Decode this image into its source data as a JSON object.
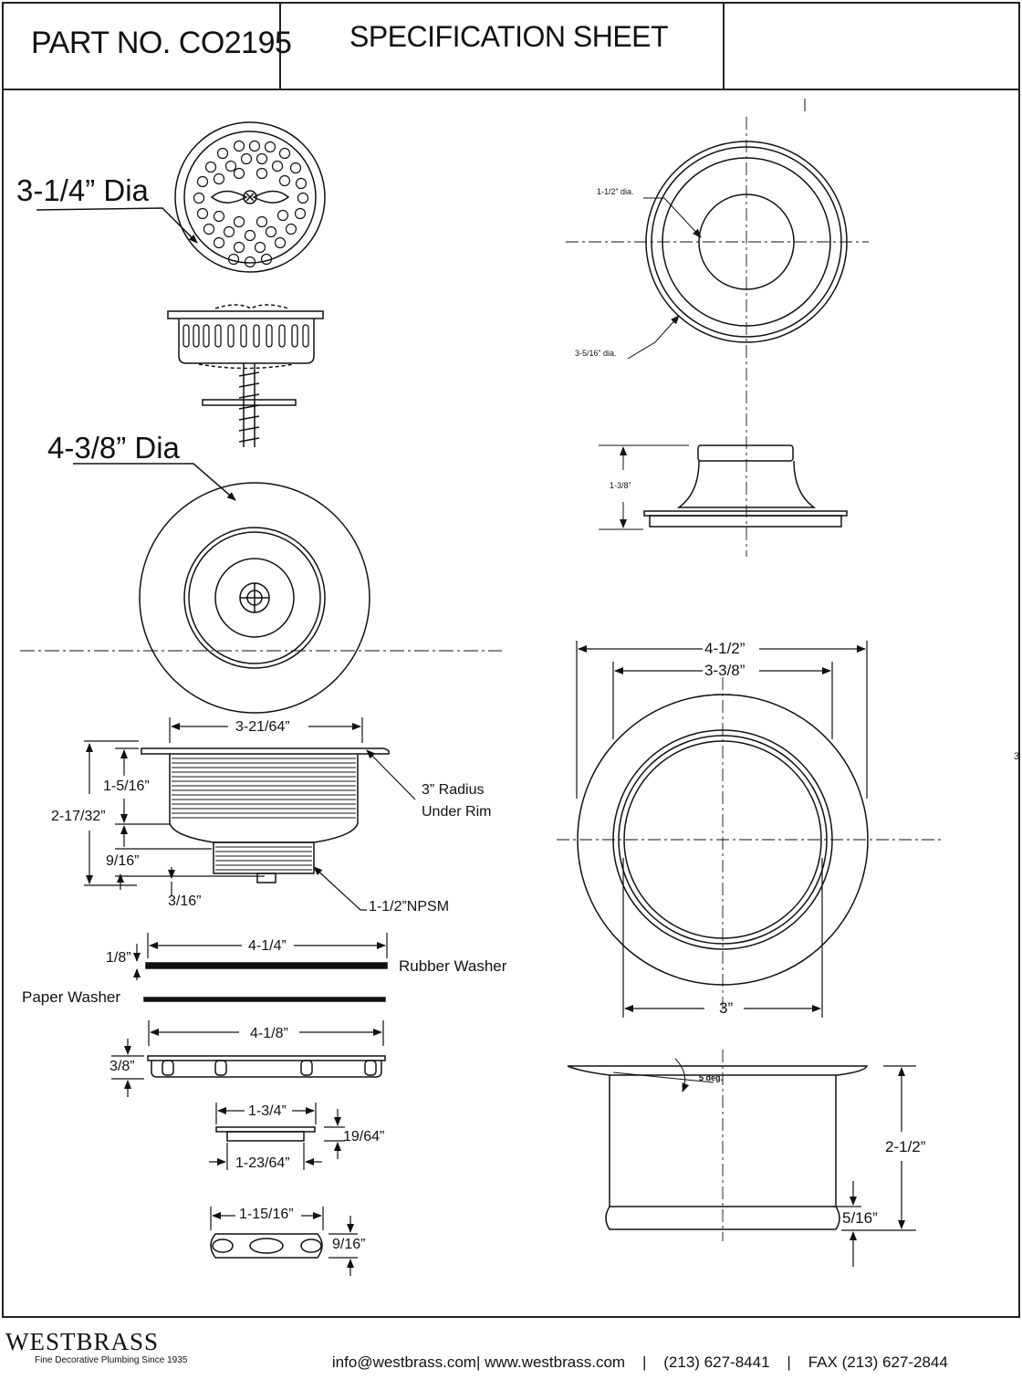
{
  "header": {
    "part_number": "PART NO. CO2195",
    "sheet_title": "SPECIFICATION SHEET",
    "right_cell": ""
  },
  "dimensions": {
    "strainer_dia": "3-1/4” Dia",
    "flange_dia": "4-3/8” Dia",
    "body_width": "3-21/64”",
    "upper_height": "1-5/16”",
    "total_height": "2-17/32”",
    "neck_height": "9/16”",
    "tail_height": "3/16”",
    "radius_note_1": "3” Radius",
    "radius_note_2": "Under Rim",
    "thread_note": "1-1/2”NPSM",
    "rubber_washer_dia": "4-1/4”",
    "rubber_washer_thk": "1/8”",
    "rubber_washer_label": "Rubber Washer",
    "paper_washer_label": "Paper Washer",
    "mount_ring_dia": "4-1/8”",
    "mount_ring_height": "3/8”",
    "locknut_outer": "1-3/4”",
    "locknut_inner": "1-23/64”",
    "locknut_height": "19/64”",
    "nut_width": "1-15/16”",
    "nut_height": "9/16”",
    "stopper_inner_dia": "1-1/2” dia.",
    "stopper_outer_dia": "3-5/16” dia.",
    "stopper_height": "1-3/8”",
    "flange_outer": "4-1/2”",
    "flange_inner": "3-3/8”",
    "sleeve_dia": "3”",
    "angle": "5 deg.",
    "sleeve_height": "2-1/2”",
    "bead_height": "5/16”",
    "edge_mark": "3"
  },
  "footer": {
    "brand": "WESTBRASS",
    "tagline": "Fine Decorative Plumbing Since 1935",
    "email": "info@westbrass.com",
    "website": "www.westbrass.com",
    "phone": "(213) 627-8441",
    "fax": "FAX (213) 627-2844"
  }
}
